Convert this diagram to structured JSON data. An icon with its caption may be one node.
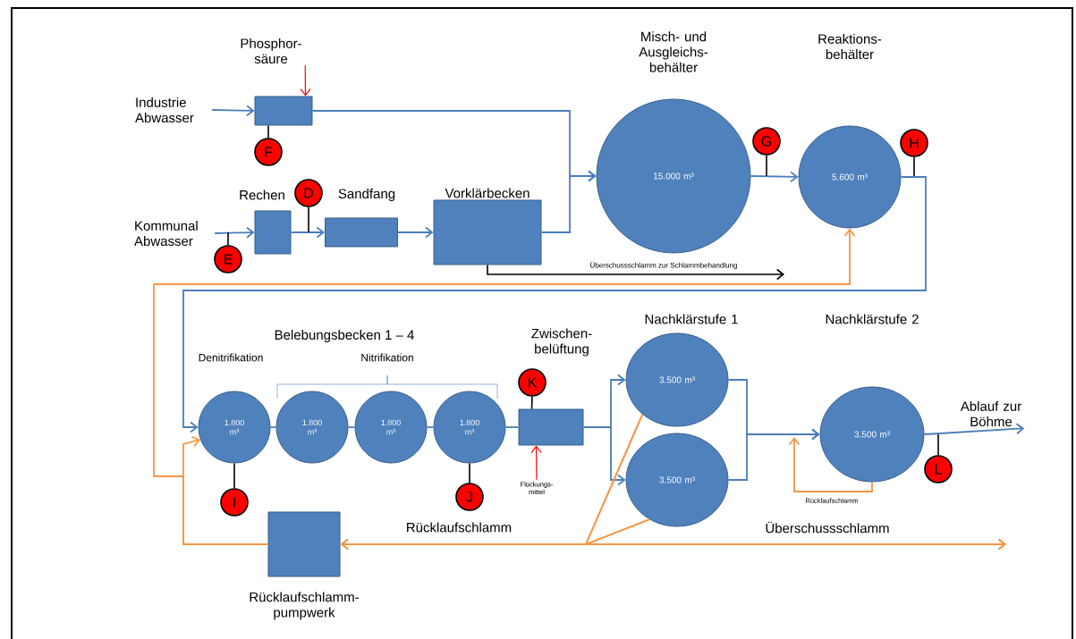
{
  "diagram": {
    "nodes": [
      {
        "text": [
          "Industrie Abwasser"
        ]
      },
      {
        "text": [
          "Phosphor- säure"
        ]
      },
      {
        "text": [],
        "shape": "box"
      },
      {
        "text": [
          "F"
        ]
      },
      {
        "text": [
          "Misch- und Ausgleichs- behälter",
          "15.000 m³"
        ]
      },
      {
        "text": [
          "Reaktions- behälter",
          "5.600 m³"
        ]
      },
      {
        "text": [
          "G"
        ]
      },
      {
        "text": [
          "H"
        ]
      },
      {
        "text": [
          "Kommunal Abwasser"
        ]
      },
      {
        "text": [
          "Rechen"
        ]
      },
      {
        "text": [
          "D"
        ]
      },
      {
        "text": [
          "Sandfang"
        ]
      },
      {
        "text": [
          "Vorklärbecken"
        ]
      },
      {
        "text": [
          "E"
        ]
      },
      {
        "text": [
          "1.800 m³"
        ]
      },
      {
        "text": [
          "1.800 m³"
        ]
      },
      {
        "text": [
          "1.800 m³"
        ]
      },
      {
        "text": [
          "1.800 m³"
        ]
      },
      {
        "text": [],
        "shape": "box"
      },
      {
        "text": [
          "K"
        ]
      },
      {
        "text": [
          "Nachklärstufe 1",
          "3.500 m³"
        ]
      },
      {
        "text": [
          "Nachklärstufe 2",
          "3.500 m³"
        ]
      },
      {
        "text": [
          "3.500 m³"
        ]
      },
      {
        "text": [
          "L"
        ]
      },
      {
        "text": [
          "I"
        ]
      },
      {
        "text": [
          "J"
        ]
      },
      {
        "text": [
          "Flockungs- mittel"
        ]
      },
      {
        "text": [
          "Rücklaufschlamm- pumpwerk"
        ]
      },
      {
        "text": [
          "Ablauf zur Böhme"
        ]
      }
    ],
    "edges": [
      {
        "from": 0,
        "to": 2,
        "arrow": "to"
      },
      {
        "from": 1,
        "to": 2,
        "arrow": "to",
        "color": "#ff0000"
      },
      {
        "from": 2,
        "to": 3,
        "arrow": "none",
        "color": "#000000"
      },
      {
        "from": 2,
        "to": 4,
        "arrow": "to"
      },
      {
        "from": 4,
        "to": 5,
        "arrow": "to"
      },
      {
        "from": 6,
        "to": null,
        "arrow": "none",
        "color": "#000000"
      },
      {
        "from": 7,
        "to": null,
        "arrow": "none",
        "color": "#000000"
      },
      {
        "from": 8,
        "to": 9,
        "arrow": "to"
      },
      {
        "from": 9,
        "to": 11,
        "arrow": "to"
      },
      {
        "from": 10,
        "to": null,
        "arrow": "none",
        "color": "#000000"
      },
      {
        "from": 11,
        "to": 12,
        "arrow": "to"
      },
      {
        "from": 13,
        "to": null,
        "arrow": "none",
        "color": "#000000"
      },
      {
        "from": 12,
        "to": 4,
        "arrow": "to"
      },
      {
        "from": 12,
        "to": null,
        "arrow": "to",
        "label": "Überschussschlamm zur Schlammbehandlung",
        "color": "#000000"
      },
      {
        "from": 5,
        "to": 14,
        "arrow": "to"
      },
      {
        "from": 14,
        "to": 15,
        "arrow": "none"
      },
      {
        "from": 15,
        "to": 16,
        "arrow": "none"
      },
      {
        "from": 16,
        "to": 17,
        "arrow": "none"
      },
      {
        "from": 17,
        "to": 18,
        "arrow": "none"
      },
      {
        "from": 24,
        "to": 14,
        "arrow": "none",
        "color": "#000000"
      },
      {
        "from": 25,
        "to": 17,
        "arrow": "none",
        "color": "#000000"
      },
      {
        "from": 19,
        "to": 18,
        "arrow": "none",
        "color": "#000000"
      },
      {
        "from": 26,
        "to": 18,
        "arrow": "to",
        "color": "#ff0000"
      },
      {
        "from": 18,
        "to": 20,
        "arrow": "to"
      },
      {
        "from": 18,
        "to": 22,
        "arrow": "to"
      },
      {
        "from": 20,
        "to": 21,
        "arrow": "to"
      },
      {
        "from": 22,
        "to": 21,
        "arrow": "to"
      },
      {
        "from": 21,
        "to": 28,
        "arrow": "to"
      },
      {
        "from": 23,
        "to": null,
        "arrow": "none",
        "color": "#000000"
      },
      {
        "from": 21,
        "to": null,
        "arrow": "to",
        "label": "Rücklaufschlamm",
        "color": "#f79646"
      },
      {
        "from": 20,
        "to": 27,
        "arrow": "to",
        "label": "Rücklaufschlamm",
        "color": "#f79646"
      },
      {
        "from": 22,
        "to": 27,
        "arrow": "to",
        "color": "#f79646"
      },
      {
        "from": 20,
        "to": null,
        "arrow": "to",
        "label": "Überschussschlamm",
        "color": "#f79646"
      },
      {
        "from": 22,
        "to": null,
        "arrow": "to",
        "color": "#f79646"
      },
      {
        "from": 27,
        "to": 14,
        "arrow": "to",
        "color": "#f79646"
      },
      {
        "from": 27,
        "to": 5,
        "arrow": "to",
        "color": "#f79646"
      }
    ],
    "labels": [
      "Belebungsbecken 1 – 4",
      "Denitrifikation",
      "Nitrifikation",
      "Zwischen- belüftung"
    ]
  }
}
